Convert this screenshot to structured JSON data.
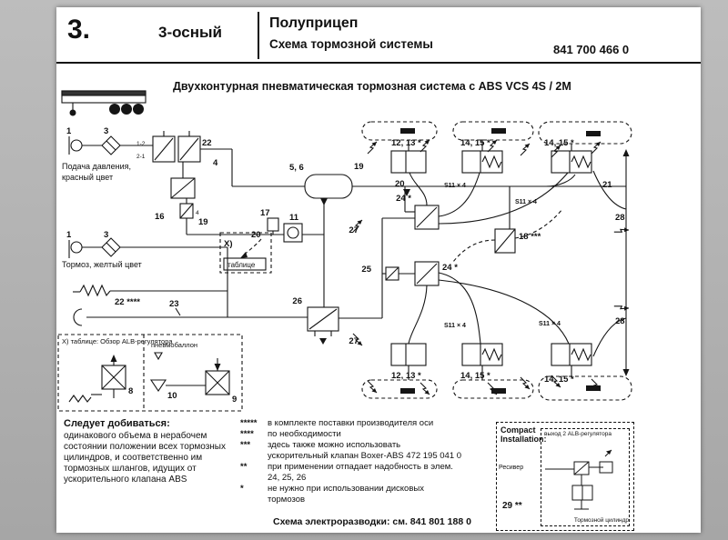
{
  "colors": {
    "frame": "#b2b2b2",
    "page": "#ffffff",
    "ink": "#111111"
  },
  "header": {
    "section_number": "3.",
    "axle_type": "3-осный",
    "title": "Полуприцеп",
    "subtitle": "Схема тормозной системы",
    "part_number": "841 700 466 0"
  },
  "diagram": {
    "title": "Двухконтурная пневматическая тормозная система с ABS VCS 4S / 2M",
    "supply_label_1": "Подача давления,",
    "supply_label_2": "красный цвет",
    "brake_label": "Тормоз, желтый цвет",
    "labels": {
      "n1": "1",
      "n3": "3",
      "n4": "4",
      "n22": "22",
      "n16": "16",
      "n19": "19",
      "n17": "17",
      "n11": "11",
      "n20": "20",
      "n5_6": "5, 6",
      "n23": "23",
      "n26": "26",
      "n27": "27",
      "n25": "25",
      "n24": "24 *",
      "n12_13": "12, 13 *",
      "n14_15": "14, 15 *",
      "n18": "18 ***",
      "n21": "21",
      "n28": "28",
      "n22_test": "22 ****",
      "s11": "S11 × 4",
      "x_mark": "X)",
      "table_ref": "таблице",
      "port_12": "1-2",
      "port_21": "2-1"
    },
    "alb_table": {
      "title": "X) таблице: Обзор ALB-регулятора",
      "pneumo_label": "пневмобаллон",
      "n8": "8",
      "n10": "10",
      "n9": "9"
    }
  },
  "notes": {
    "title": "Следует добиваться:",
    "lines": [
      "одинакового объема в нерабочем",
      "состоянии положении всех тормозных",
      "цилиндров, и соответственно им",
      "тормозных шлангов, идущих от",
      "ускорительного клапана ABS"
    ]
  },
  "legend": {
    "rows": [
      {
        "stars": "*****",
        "text": "в комплекте поставки производителя оси"
      },
      {
        "stars": "****",
        "text": "по необходимости"
      },
      {
        "stars": "***",
        "text": "здесь также можно использовать"
      },
      {
        "stars": "",
        "text": "ускорительный клапан Boxer-ABS 472 195 041 0"
      },
      {
        "stars": "**",
        "text": "при применении отпадает надобность в элем."
      },
      {
        "stars": "",
        "text": "24, 25, 26"
      },
      {
        "stars": "*",
        "text": "не нужно при использовании дисковых"
      },
      {
        "stars": "",
        "text": "тормозов"
      }
    ],
    "electro_note": "Схема электроразводки: см. 841 801 188 0"
  },
  "compact": {
    "title_line1": "Compact",
    "title_line2": "Installation:",
    "outlet_label": "выход 2 ALB-регулятора",
    "reservoir_label": "Ресивер",
    "cylinder_label": "Тормозной цилиндр",
    "ref": "29 **"
  }
}
